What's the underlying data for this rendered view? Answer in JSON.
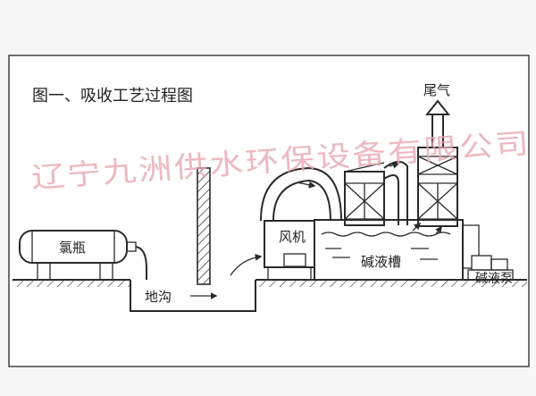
{
  "diagram": {
    "title": "图一、吸收工艺过程图",
    "watermark": "辽宁九洲供水环保设备有限公司",
    "labels": {
      "tail_gas": "尾气",
      "chlorine_cylinder": "氯瓶",
      "fan": "风机",
      "alkali_tank": "碱液槽",
      "trench": "地沟",
      "alkali_pump": "碱液泵"
    },
    "colors": {
      "line": "#2a2a2a",
      "watermark": "#e8a6ae",
      "frame_bg": "#f7f7f7",
      "panel_bg": "#ffffff"
    }
  }
}
